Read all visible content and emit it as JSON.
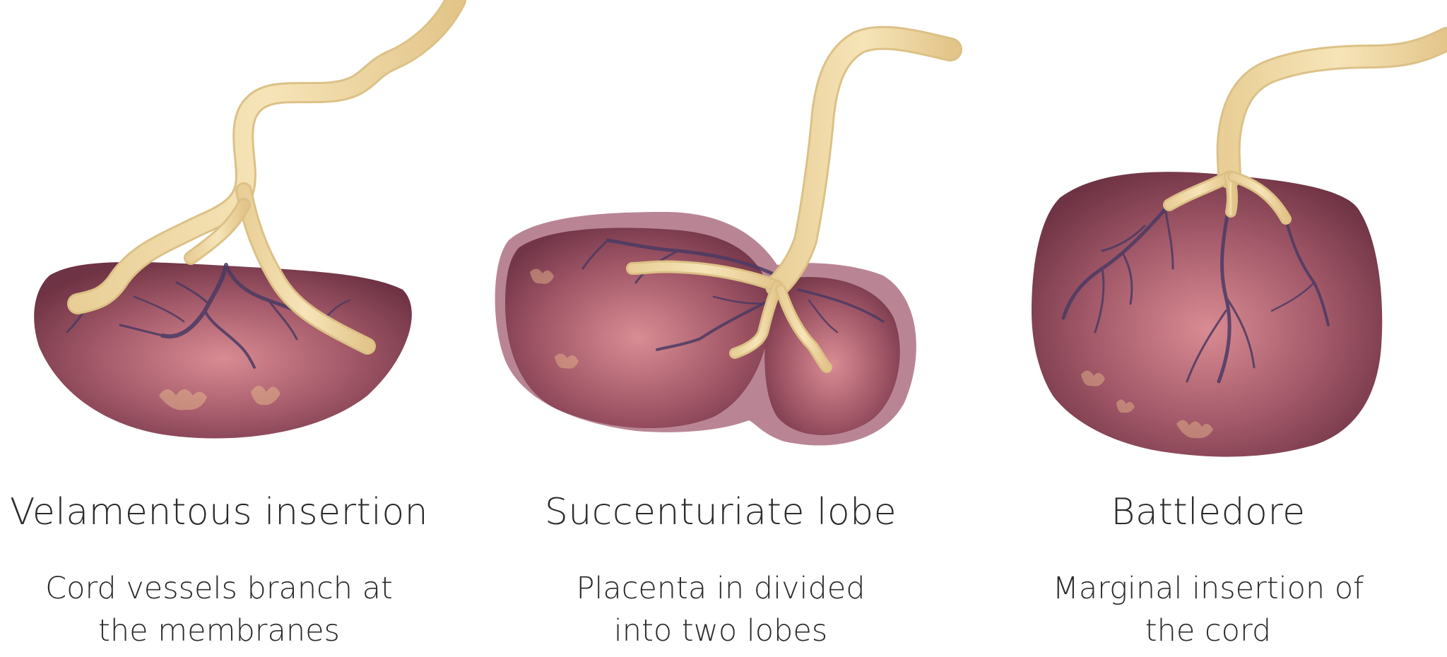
{
  "panels": [
    {
      "title": "Velamentous insertion",
      "description_line1": "Cord vessels branch at",
      "description_line2": "the membranes"
    },
    {
      "title": "Succenturiate lobe",
      "description_line1": "Placenta in divided",
      "description_line2": "into two lobes"
    },
    {
      "title": "Battledore",
      "description_line1": "Marginal insertion of",
      "description_line2": "the cord"
    }
  ],
  "colors": {
    "placenta_core": "#d98b92",
    "placenta_mid": "#a45a6a",
    "placenta_edge": "#6e3344",
    "membrane": "#b98595",
    "cord": "#f1dcaa",
    "cord_shadow": "#d9bf86",
    "vessel": "#4b3a63",
    "text": "#2b2b2b"
  }
}
